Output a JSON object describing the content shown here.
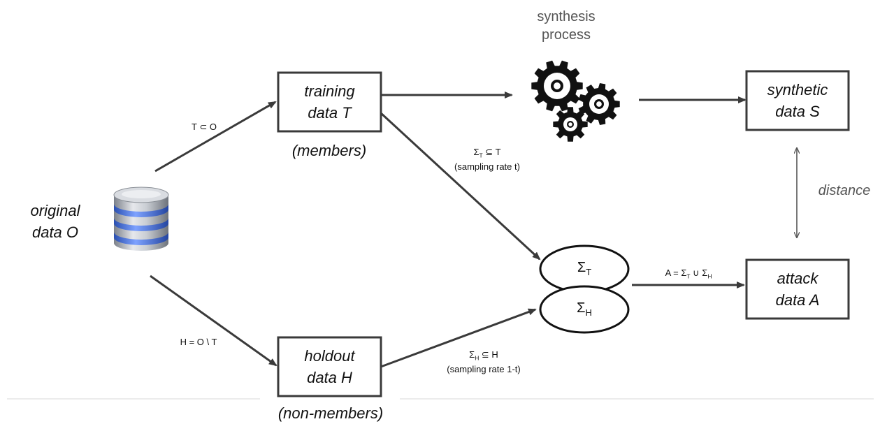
{
  "nodes": {
    "original": {
      "line1": "original",
      "line2": "data O"
    },
    "training": {
      "line1": "training",
      "line2": "data T",
      "role": "(members)"
    },
    "holdout": {
      "line1": "holdout",
      "line2": "data H",
      "role": "(non-members)"
    },
    "synthetic": {
      "line1": "synthetic",
      "line2": "data S"
    },
    "attack": {
      "line1": "attack",
      "line2": "data A"
    },
    "synthesis": {
      "line1": "synthesis",
      "line2": "process"
    },
    "sigma_t": {
      "base": "Σ",
      "sub": "T"
    },
    "sigma_h": {
      "base": "Σ",
      "sub": "H"
    }
  },
  "edges": {
    "o_to_t": "T ⊂ O",
    "o_to_h": "H = O \\ T",
    "t_to_sigma": {
      "base": "Σ",
      "sub": "T",
      "rest": " ⊆ T",
      "rate": "(sampling rate t)"
    },
    "h_to_sigma": {
      "base": "Σ",
      "sub": "H",
      "rest": " ⊆ H",
      "rate": "(sampling rate 1-t)"
    },
    "sigma_to_a": {
      "prefix": "A = Σ",
      "sub1": "T",
      "mid": " ∪ Σ",
      "sub2": "H"
    },
    "distance": "distance"
  },
  "colors": {
    "stroke": "#3a3a3a",
    "gear": "#111111",
    "db_blue": "#3f6fd8"
  }
}
